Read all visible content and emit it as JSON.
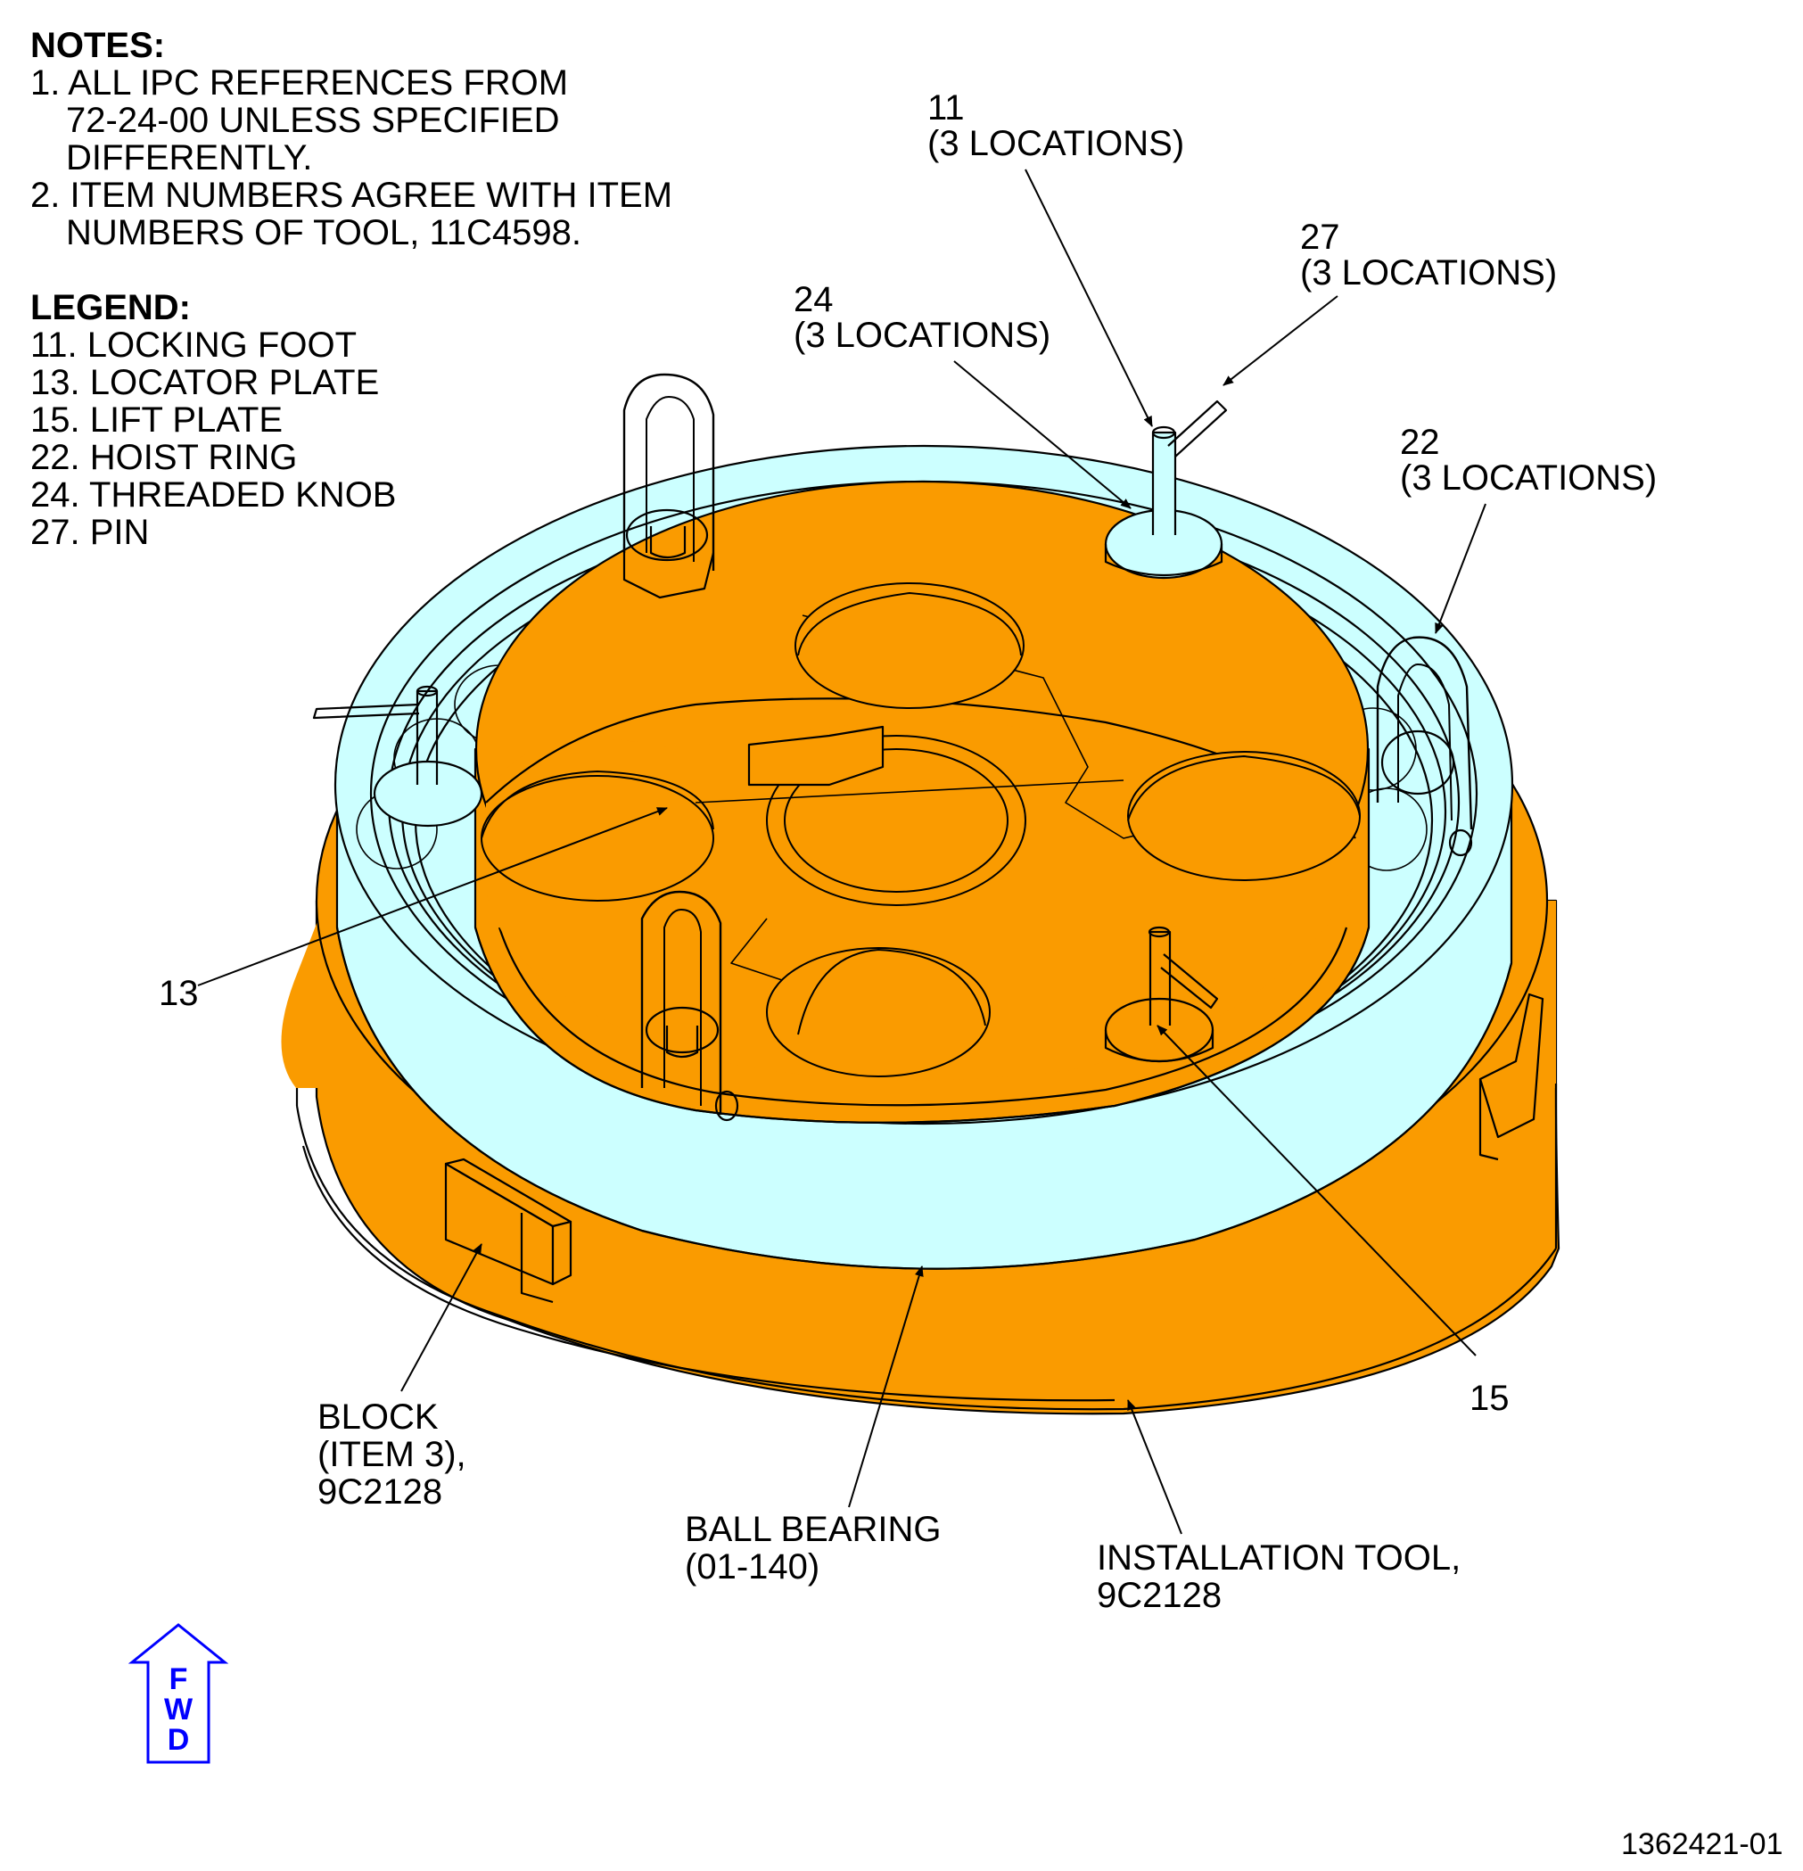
{
  "notes": {
    "title": "NOTES:",
    "lines": [
      "1. ALL IPC REFERENCES FROM",
      "72-24-00 UNLESS SPECIFIED",
      "DIFFERENTLY.",
      "2. ITEM NUMBERS AGREE WITH ITEM",
      "NUMBERS OF TOOL, 11C4598."
    ]
  },
  "legend": {
    "title": "LEGEND:",
    "items": [
      "11. LOCKING FOOT",
      "13. LOCATOR PLATE",
      "15. LIFT PLATE",
      "22. HOIST RING",
      "24. THREADED KNOB",
      "27. PIN"
    ]
  },
  "callouts": {
    "c11": {
      "num": "11",
      "loc": "(3 LOCATIONS)"
    },
    "c27": {
      "num": "27",
      "loc": "(3 LOCATIONS)"
    },
    "c24": {
      "num": "24",
      "loc": "(3 LOCATIONS)"
    },
    "c22": {
      "num": "22",
      "loc": "(3 LOCATIONS)"
    },
    "c13": {
      "num": "13"
    },
    "c15": {
      "num": "15"
    },
    "block": {
      "l1": "BLOCK",
      "l2": "(ITEM 3),",
      "l3": "9C2128"
    },
    "bearing": {
      "l1": "BALL BEARING",
      "l2": "(01-140)"
    },
    "tool": {
      "l1": "INSTALLATION TOOL,",
      "l2": "9C2128"
    }
  },
  "fwd": {
    "l1": "F",
    "l2": "W",
    "l3": "D"
  },
  "figure_id": "1362421-01",
  "colors": {
    "orange": "#fa9b00",
    "cyan": "#ccffff",
    "line": "#000000",
    "fwd": "#0000ff"
  }
}
